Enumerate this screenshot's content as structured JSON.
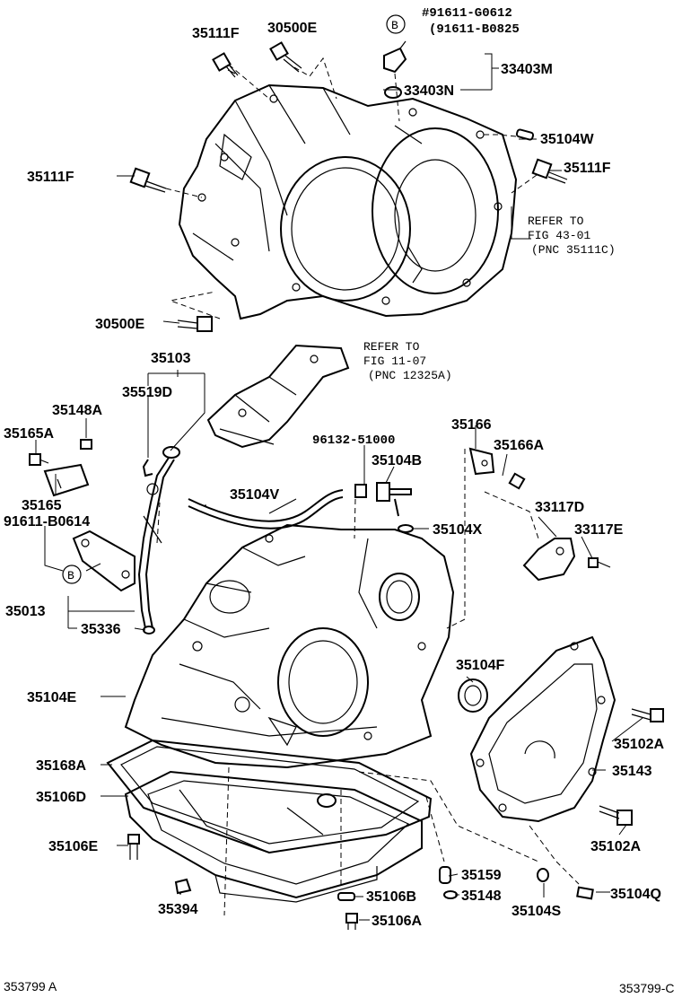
{
  "labels": {
    "p35111F_a": "35111F",
    "p30500E_a": "30500E",
    "pnote_a": "#91611-G0612",
    "pnote_b": "(91611-B0825",
    "p33403M": "33403M",
    "p33403N": "33403N",
    "p35104W": "35104W",
    "p35111F_b": "35111F",
    "p35111F_c": "35111F",
    "ref1_a": "REFER TO",
    "ref1_b": "FIG 43-01",
    "ref1_c": "(PNC 35111C)",
    "p30500E_b": "30500E",
    "p35103": "35103",
    "ref2_a": "REFER TO",
    "ref2_b": "FIG 11-07",
    "ref2_c": "(PNC 12325A)",
    "p35519D": "35519D",
    "p35148A": "35148A",
    "p35165A": "35165A",
    "p35165": "35165",
    "p91611_B0614": "91611-B0614",
    "p35166": "35166",
    "p35166A": "35166A",
    "p96132": "96132-51000",
    "p35104B": "35104B",
    "p35104V": "35104V",
    "p35104X": "35104X",
    "p33117D": "33117D",
    "p33117E": "33117E",
    "p35013": "35013",
    "p35336": "35336",
    "p35104F": "35104F",
    "p35104E": "35104E",
    "p35102A_a": "35102A",
    "p35168A": "35168A",
    "p35143": "35143",
    "p35106D": "35106D",
    "p35102A_b": "35102A",
    "p35106E": "35106E",
    "p35159": "35159",
    "p35148": "35148",
    "p35104Q": "35104Q",
    "p35394": "35394",
    "p35106B": "35106B",
    "p35104S": "35104S",
    "p35106A": "35106A",
    "marker_b1": "B",
    "marker_b2": "B"
  },
  "footer": {
    "left": "353799 A",
    "right": "353799-C"
  }
}
